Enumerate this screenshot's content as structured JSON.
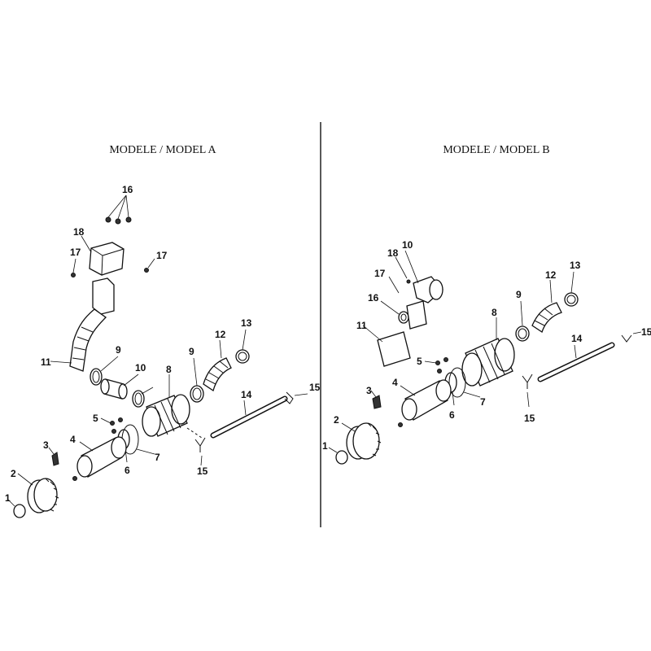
{
  "panels": [
    {
      "title": "MODELE / MODEL A",
      "callouts": [
        "1",
        "2",
        "3",
        "4",
        "5",
        "6",
        "7",
        "8",
        "9",
        "9",
        "10",
        "11",
        "12",
        "13",
        "14",
        "15",
        "15",
        "16",
        "17",
        "17",
        "18"
      ]
    },
    {
      "title": "MODELE / MODEL B",
      "callouts": [
        "1",
        "2",
        "3",
        "4",
        "5",
        "6",
        "7",
        "8",
        "9",
        "10",
        "11",
        "12",
        "13",
        "14",
        "15",
        "15",
        "16",
        "17",
        "18"
      ]
    }
  ]
}
